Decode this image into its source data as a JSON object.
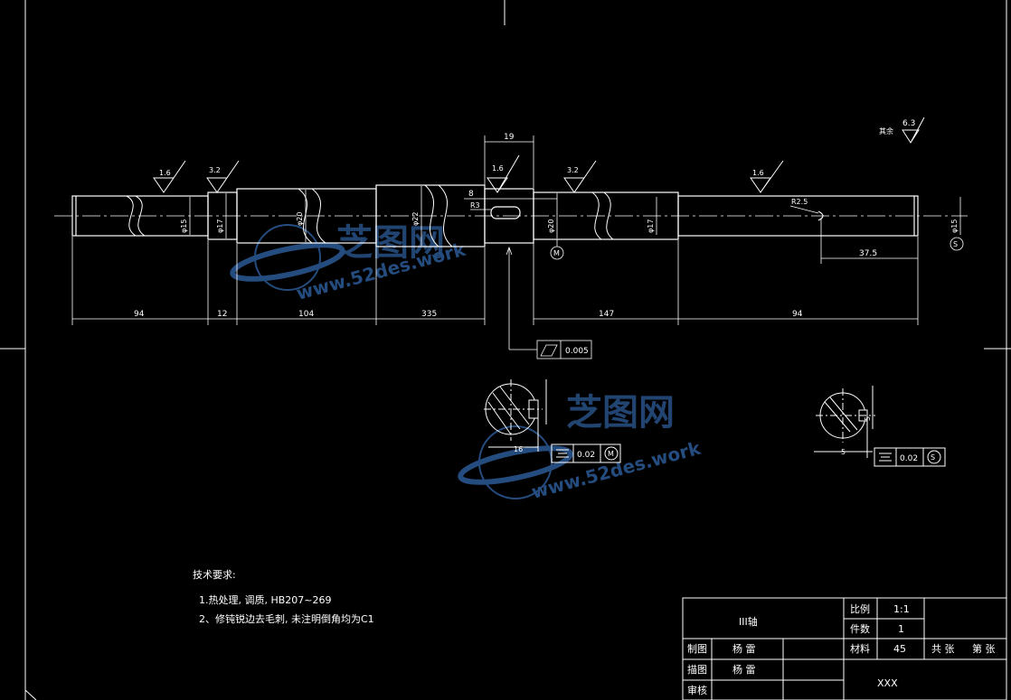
{
  "colors": {
    "background": "#000000",
    "line": "#ffffff",
    "watermark": "#2f5f9e"
  },
  "roughness": {
    "r1": "1.6",
    "r2": "3.2",
    "r3": "1.6",
    "r4": "3.2",
    "r5": "1.6",
    "other_label": "其余",
    "other_value": "6.3"
  },
  "diameters": {
    "d1": "φ15",
    "d2": "φ17",
    "d3": "φ20",
    "d4": "φ22",
    "d5": "φ20",
    "d6": "φ17",
    "d7": "φ15"
  },
  "dims": {
    "l1": "94",
    "l2": "12",
    "l3": "104",
    "l4": "335",
    "l5": "147",
    "l6": "94",
    "key_width": "19",
    "key_depth": "8",
    "key_radius": "R3",
    "groove_radius": "R2.5",
    "groove_len": "37.5",
    "section1_depth": "16",
    "section2_depth": "5",
    "section2_width": "5"
  },
  "tolerances": {
    "runout_value": "0.005",
    "sym1_value": "0.02",
    "sym1_mod": "M",
    "sym2_value": "0.02",
    "sym2_mod": "S",
    "mod_m": "M",
    "mod_s": "S"
  },
  "notes": {
    "title": "技术要求:",
    "line1": "1.热处理, 调质, HB207~269",
    "line2": "2、修钝锐边去毛刺, 未注明倒角均为C1"
  },
  "title_block": {
    "part_name": "III轴",
    "scale_label": "比例",
    "scale_value": "1:1",
    "qty_label": "件数",
    "qty_value": "1",
    "material_label": "材料",
    "material_value": "45",
    "sheets_total": "共 张",
    "sheet_no": "第 张",
    "drawn_label": "制图",
    "drawn_name": "杨 雷",
    "traced_label": "描图",
    "traced_name": "杨 雷",
    "checked_label": "审核",
    "company": "XXX"
  },
  "watermark": {
    "cn": "芝图网",
    "url": "www.52des.work"
  }
}
